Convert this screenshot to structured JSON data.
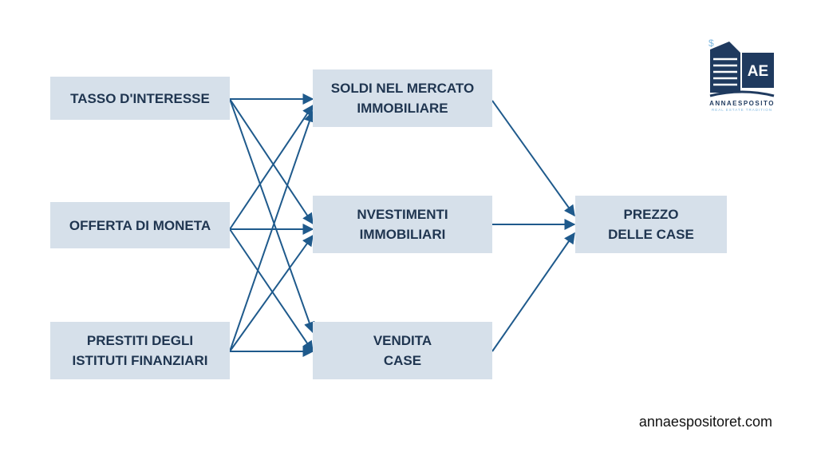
{
  "diagram": {
    "inputs": [
      {
        "lines": [
          "TASSO D'INTERESSE"
        ]
      },
      {
        "lines": [
          "OFFERTA DI MONETA"
        ]
      },
      {
        "lines": [
          "PRESTITI DEGLI",
          "ISTITUTI FINANZIARI"
        ]
      }
    ],
    "middle": [
      {
        "lines": [
          "SOLDI NEL MERCATO",
          "IMMOBILIARE"
        ]
      },
      {
        "lines": [
          "NVESTIMENTI",
          "IMMOBILIARI"
        ]
      },
      {
        "lines": [
          "VENDITA",
          "CASE"
        ]
      }
    ],
    "output": {
      "lines": [
        "PREZZO",
        "DELLE CASE"
      ]
    }
  },
  "logo": {
    "monogram": "AE",
    "name": "ANNAESPOSITO",
    "tagline": "REAL ESTATE TRADITION",
    "colors": {
      "navy": "#1f3a5f",
      "accent": "#7fb8e0"
    }
  },
  "website": "annaespositoret.com",
  "colors": {
    "box": "#d6e0ea",
    "text": "#1f3550",
    "arrow": "#1f5a8c"
  }
}
